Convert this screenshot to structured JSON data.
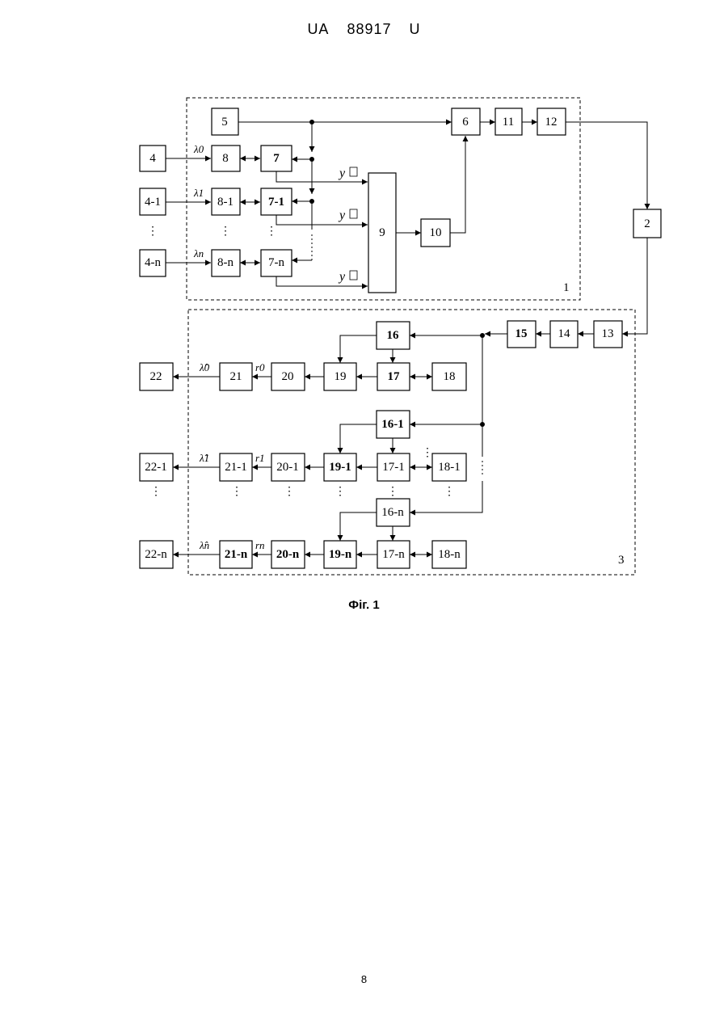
{
  "header": {
    "code": "UA",
    "number": "88917",
    "kind": "U"
  },
  "caption": "Фіг. 1",
  "page_number": "8",
  "y_label": "y",
  "region_labels": {
    "transmitter": "1",
    "receiver": "3"
  },
  "blocks": {
    "b5": "5",
    "b6": "6",
    "b11": "11",
    "b12": "12",
    "b2": "2",
    "b4": "4",
    "b4_1": "4-1",
    "b4_n": "4-n",
    "b8": "8",
    "b8_1": "8-1",
    "b8_n": "8-n",
    "b7": "7",
    "b7_1": "7-1",
    "b7_n": "7-n",
    "b9": "9",
    "b10": "10",
    "b13": "13",
    "b14": "14",
    "b15": "15",
    "b16": "16",
    "b16_1": "16-1",
    "b16_n": "16-n",
    "b17": "17",
    "b17_1": "17-1",
    "b17_n": "17-n",
    "b18": "18",
    "b18_1": "18-1",
    "b18_n": "18-n",
    "b19": "19",
    "b19_1": "19-1",
    "b19_n": "19-n",
    "b20": "20",
    "b20_1": "20-1",
    "b20_n": "20-n",
    "b21": "21",
    "b21_1": "21-1",
    "b21_n": "21-n",
    "b22": "22",
    "b22_1": "22-1",
    "b22_n": "22-n"
  },
  "signals": {
    "lambda_0": "λ0",
    "lambda_1": "λ1",
    "lambda_n": "λn",
    "lambda_hat_0": "λ̂0",
    "lambda_hat_1": "λ̂1",
    "lambda_hat_n": "λ̂n",
    "r_0": "r0",
    "r_1": "r1",
    "r_n": "rn"
  }
}
